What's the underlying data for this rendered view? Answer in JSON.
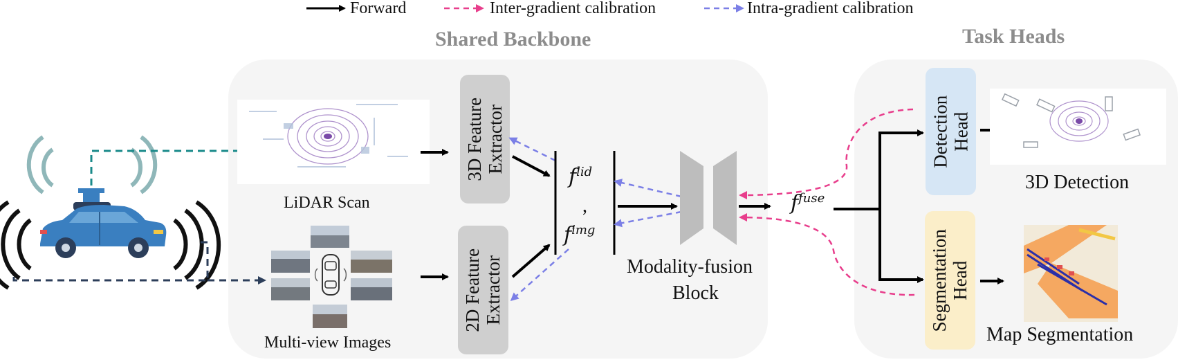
{
  "legend": {
    "forward": "Forward",
    "inter": "Inter-gradient calibration",
    "intra": "Intra-gradient calibration"
  },
  "sections": {
    "backbone": "Shared Backbone",
    "heads": "Task Heads"
  },
  "inputs": {
    "lidar": "LiDAR Scan",
    "images": "Multi-view Images"
  },
  "extractors": {
    "e3d_line1": "3D Feature",
    "e3d_line2": "Extractor",
    "e2d_line1": "2D Feature",
    "e2d_line2": "Extractor"
  },
  "features": {
    "f": "f",
    "lid_sup": "lid",
    "comma": ",",
    "img_sup": "img",
    "fuse_sup": "fuse"
  },
  "fusion": {
    "line1": "Modality-fusion",
    "line2": "Block"
  },
  "heads": {
    "det_line1": "Detection",
    "det_line2": "Head",
    "seg_line1": "Segmentation",
    "seg_line2": "Head"
  },
  "outputs": {
    "det": "3D Detection",
    "seg": "Map Segmentation"
  },
  "colors": {
    "forward": "#000000",
    "inter": "#e83e8c",
    "intra": "#7b7fe6",
    "lidar_link": "#1a8a8a",
    "image_link": "#2c3e5a",
    "panel": "#f5f5f5",
    "extractor": "#cfcfcf",
    "det_head": "#d6e6f5",
    "seg_head": "#fbeec9",
    "car": "#3a7fc0"
  },
  "icons": [
    "car-icon",
    "lidar-cloud-icon",
    "camera-images-icon",
    "fusion-block-icon",
    "detection-result-icon",
    "map-segmentation-icon"
  ]
}
